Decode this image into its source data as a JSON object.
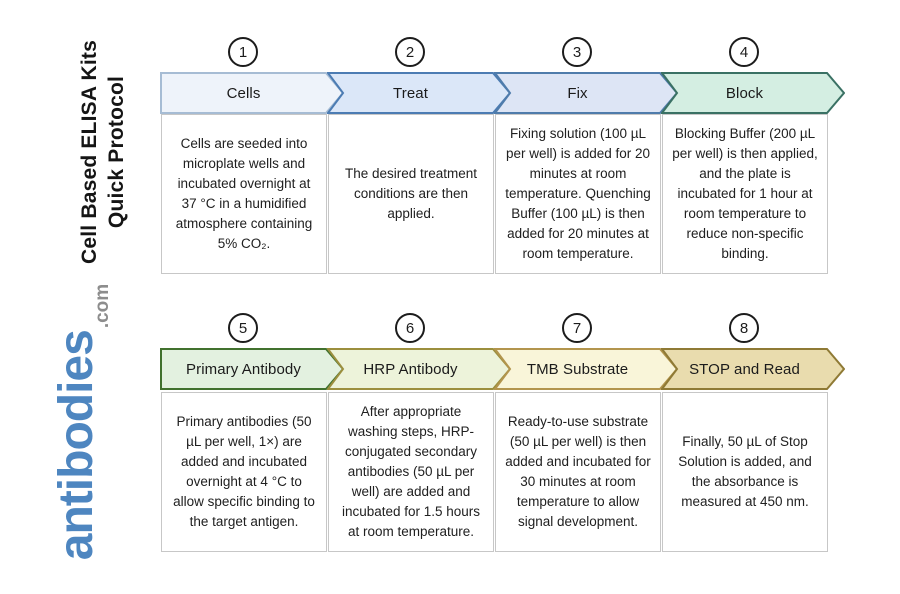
{
  "sidebar": {
    "title_line1": "Cell Based ELISA Kits",
    "title_line2": "Quick Protocol",
    "logo_text": "antibodies",
    "logo_tld": ".com",
    "logo_color": "#4e86c0",
    "logo_tld_color": "#8d8d8d"
  },
  "steps": [
    {
      "number": "1",
      "label": "Cells",
      "description": "Cells are seeded into microplate wells and incubated overnight at 37 °C in a humidified atmosphere containing 5% CO₂.",
      "fill": "#eef3fa",
      "stroke": "#a6bcd4"
    },
    {
      "number": "2",
      "label": "Treat",
      "description": "The desired treatment conditions are then applied.",
      "fill": "#dbe7f8",
      "stroke": "#4c7cb3"
    },
    {
      "number": "3",
      "label": "Fix",
      "description": "Fixing solution (100 µL per well) is added for 20 minutes at room temperature. Quenching Buffer (100 µL) is then added for 20 minutes at room temperature.",
      "fill": "#dde5f5",
      "stroke": "#4f7cab"
    },
    {
      "number": "4",
      "label": "Block",
      "description": "Blocking Buffer (200 µL per well) is then applied, and the plate is incubated for 1 hour at room temperature to reduce non-specific binding.",
      "fill": "#d4eee2",
      "stroke": "#3a7164"
    },
    {
      "number": "5",
      "label": "Primary Antibody",
      "description": "Primary antibodies (50 µL per well, 1×) are added and incubated overnight at 4 °C to allow specific binding to the target antigen.",
      "fill": "#e3f1e0",
      "stroke": "#41712e"
    },
    {
      "number": "6",
      "label": "HRP Antibody",
      "description": "After appropriate washing steps, HRP-conjugated secondary antibodies (50 µL per well) are added and incubated for 1.5 hours at room temperature.",
      "fill": "#edf3da",
      "stroke": "#9c8f3e"
    },
    {
      "number": "7",
      "label": "TMB Substrate",
      "description": "Ready-to-use substrate (50 µL per well) is then added and incubated for 30 minutes at room temperature to allow signal development.",
      "fill": "#f9f5d9",
      "stroke": "#b3954d"
    },
    {
      "number": "8",
      "label": "STOP and Read",
      "description": "Finally, 50 µL of Stop Solution is added, and the absorbance is measured at 450 nm.",
      "fill": "#e9dcae",
      "stroke": "#8f7a35"
    }
  ]
}
